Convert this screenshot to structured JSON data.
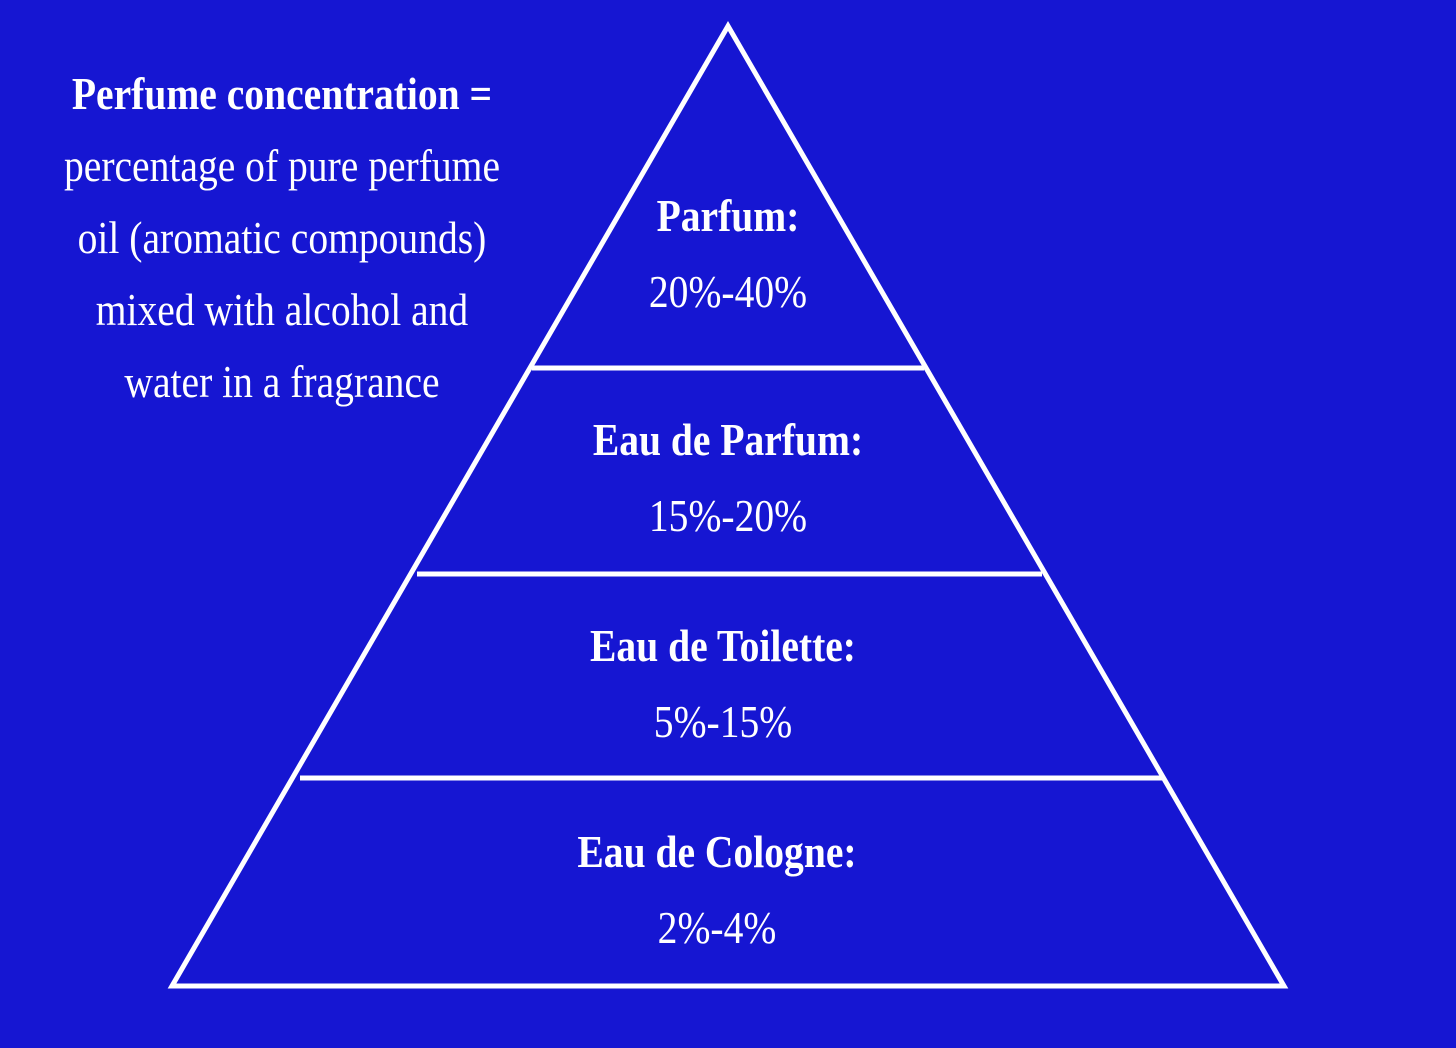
{
  "definition": {
    "title": "Perfume concentration =",
    "body": "percentage of  pure perfume oil (aromatic compounds) mixed with alcohol and water in a fragrance"
  },
  "pyramid": {
    "levels": [
      {
        "name": "Parfum:",
        "range": "20%-40%"
      },
      {
        "name": "Eau de Parfum:",
        "range": "15%-20%"
      },
      {
        "name": "Eau de Toilette:",
        "range": "5%-15%"
      },
      {
        "name": "Eau de Cologne:",
        "range": "2%-4%"
      }
    ]
  },
  "colors": {
    "background": "#1616d2",
    "foreground": "#ffffff"
  }
}
